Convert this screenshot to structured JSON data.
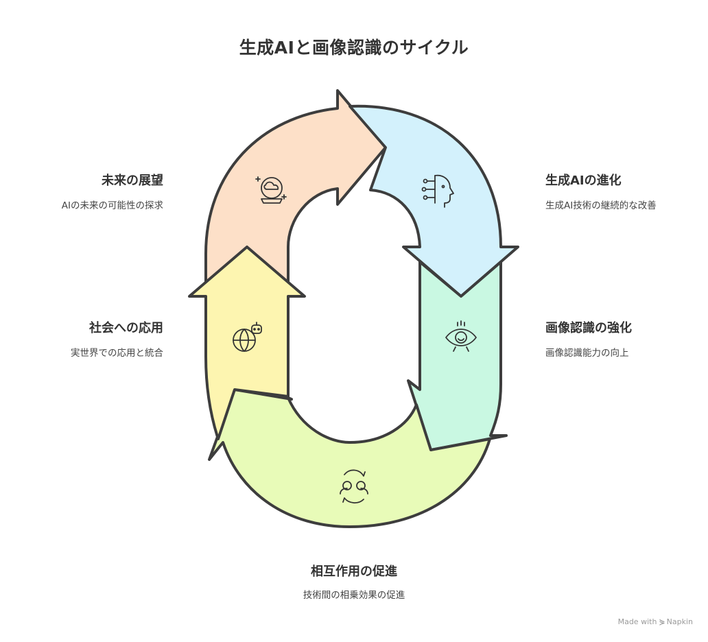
{
  "title": "生成AIと画像認識のサイクル",
  "stages": [
    {
      "key": "future",
      "label": "未来の展望",
      "desc": "AIの未来の可能性の探求",
      "color": "#fde0c8",
      "icon": "crystal-ball-icon"
    },
    {
      "key": "genai",
      "label": "生成AIの進化",
      "desc": "生成AI技術の継続的な改善",
      "color": "#d3f1fc",
      "icon": "ai-head-icon"
    },
    {
      "key": "vision",
      "label": "画像認識の強化",
      "desc": "画像認識能力の向上",
      "color": "#c9f8e2",
      "icon": "eye-icon"
    },
    {
      "key": "interaction",
      "label": "相互作用の促進",
      "desc": "技術間の相乗効果の促進",
      "color": "#e8fbb8",
      "icon": "exchange-icon"
    },
    {
      "key": "society",
      "label": "社会への応用",
      "desc": "実世界での応用と統合",
      "color": "#fdf5b0",
      "icon": "globe-robot-icon"
    }
  ],
  "footer": {
    "prefix": "Made with",
    "brand": "Napkin"
  }
}
